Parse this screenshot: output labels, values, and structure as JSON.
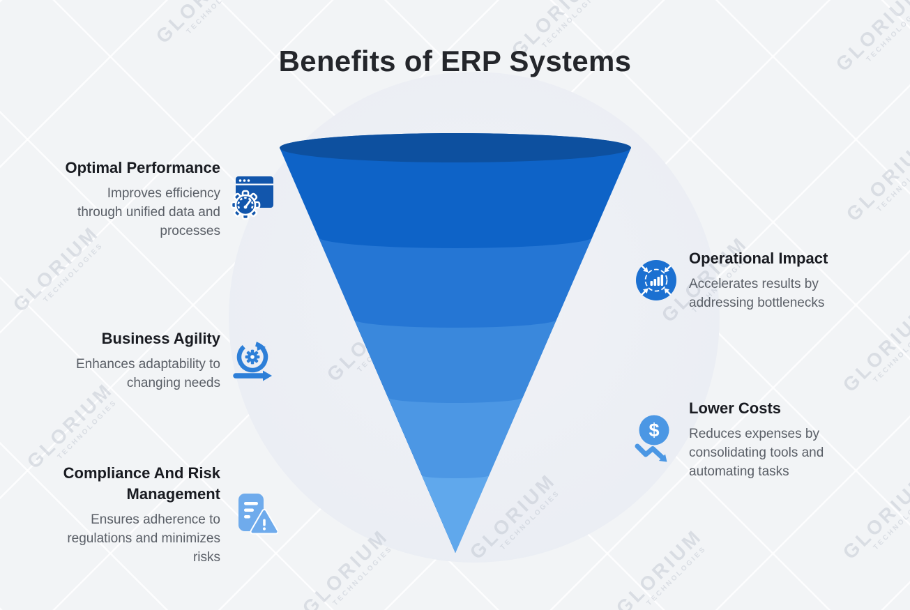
{
  "title": "Benefits of ERP Systems",
  "watermark": {
    "line1": "GLORIUM",
    "line2": "TECHNOLOGIES"
  },
  "left_items": [
    {
      "heading": "Optimal Performance",
      "body": [
        "Improves efficiency",
        "through unified data and",
        "processes"
      ],
      "icon": "performance-window-gear-icon",
      "icon_color": "#1256ac"
    },
    {
      "heading": "Business Agility",
      "body": [
        "Enhances adaptability to",
        "changing needs"
      ],
      "icon": "agility-cycle-icon",
      "icon_color": "#2d7fd8"
    },
    {
      "heading": [
        "Compliance And Risk",
        "Management"
      ],
      "body": [
        "Ensures adherence to",
        "regulations and minimizes",
        "risks"
      ],
      "icon": "compliance-warning-icon",
      "icon_color": "#6fabec"
    }
  ],
  "right_items": [
    {
      "heading": "Operational Impact",
      "body": [
        "Accelerates results by",
        "addressing bottlenecks"
      ],
      "icon": "impact-converge-icon",
      "icon_color": "#1b70d1"
    },
    {
      "heading": "Lower Costs",
      "body": [
        "Reduces expenses by",
        "consolidating tools and",
        "automating tasks"
      ],
      "icon": "cost-down-icon",
      "icon_color": "#4b97e4",
      "icon_glyph": "$"
    }
  ],
  "funnel": {
    "type": "funnel",
    "top_color": "#0d509f",
    "layers": [
      "#0e63c7",
      "#2576d4",
      "#3a88dc",
      "#4c97e4",
      "#60a8ec"
    ]
  }
}
